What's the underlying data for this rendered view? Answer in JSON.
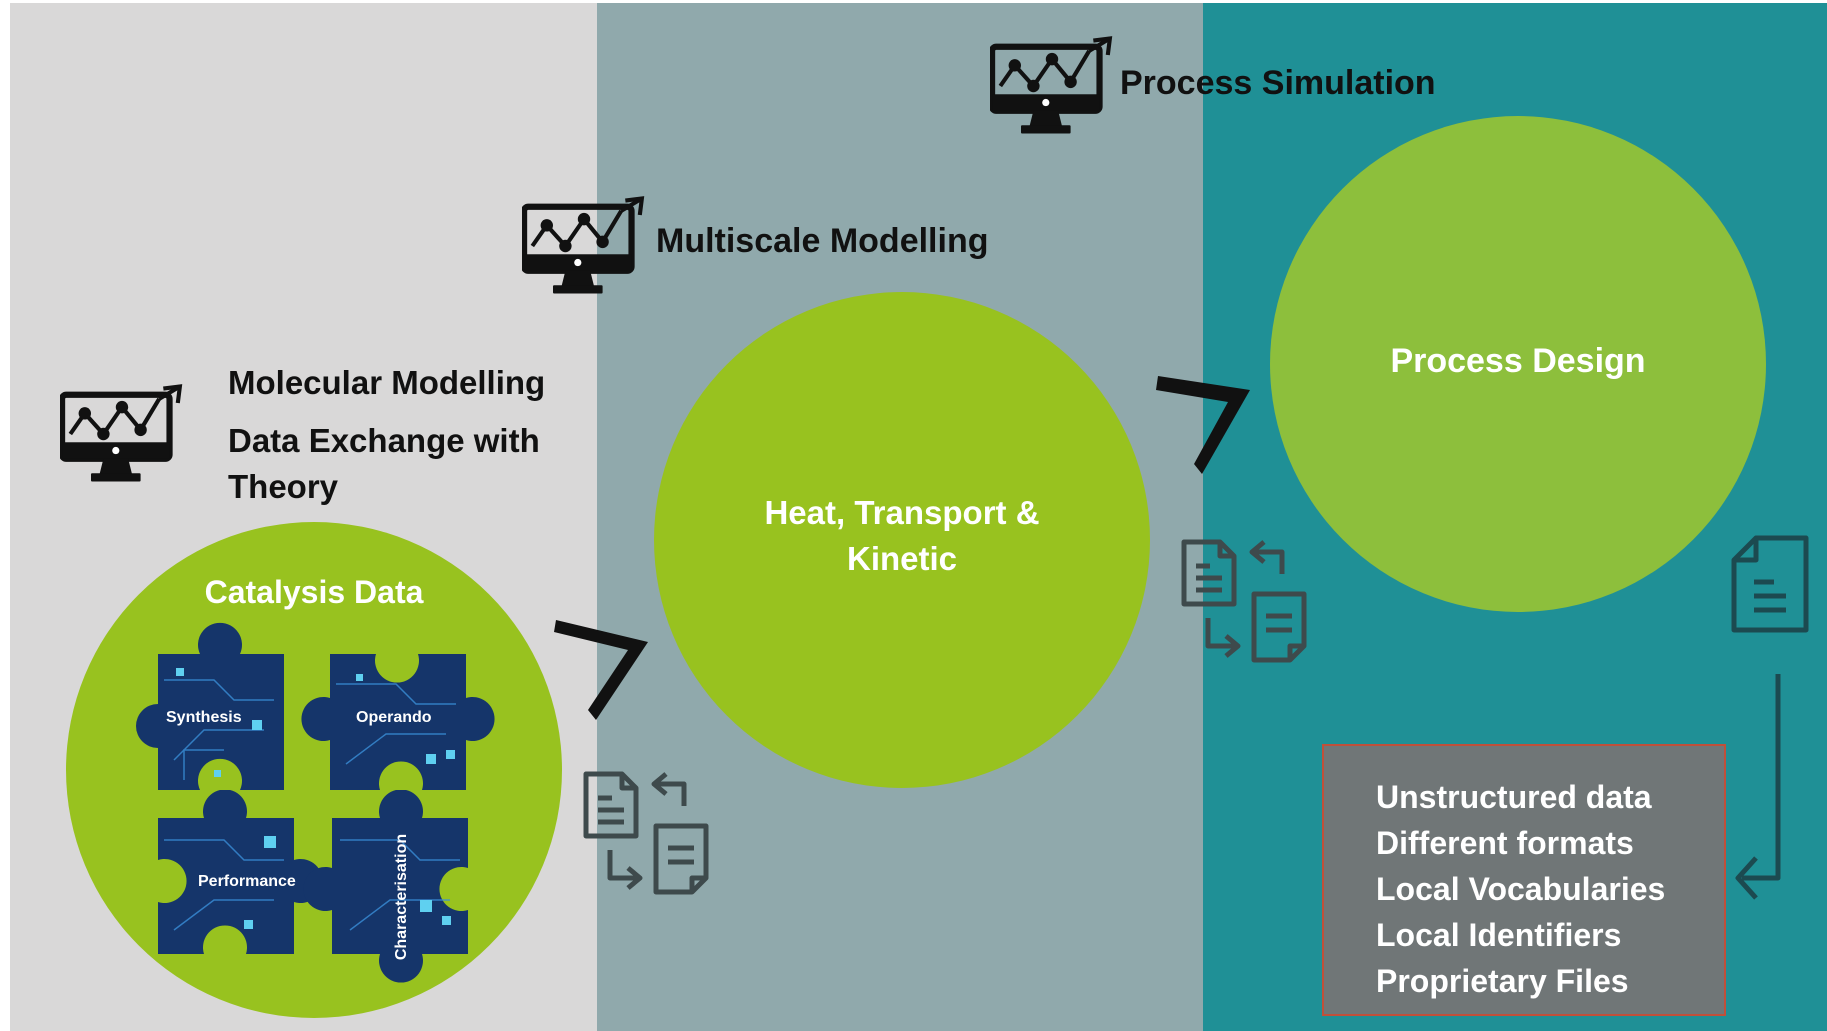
{
  "colors": {
    "panel_left": "#d9d8d8",
    "panel_middle": "#90a9ac",
    "panel_right": "#1f9096",
    "circle_green": "#98c21f",
    "icon_dark": "#111111",
    "doc_icon": "#3e4a4c",
    "issues_box": "#707677",
    "issues_border": "#c0503a"
  },
  "stages": {
    "process_simulation": {
      "label": "Process Simulation",
      "icon": "monitor-chart-icon"
    },
    "multiscale_modelling": {
      "label": "Multiscale Modelling",
      "icon": "monitor-chart-icon"
    },
    "molecular_modelling": {
      "label": "Molecular Modelling",
      "sublabel_line1": "Data Exchange with",
      "sublabel_line2": "Theory",
      "icon": "monitor-chart-icon"
    }
  },
  "circles": {
    "catalysis": {
      "title": "Catalysis Data",
      "pieces": [
        "Synthesis",
        "Operando",
        "Performance",
        "Characterisation"
      ]
    },
    "heat_transport": {
      "line1": "Heat, Transport &",
      "line2": "Kinetic"
    },
    "process_design": {
      "label": "Process Design"
    }
  },
  "icons": {
    "arrow": "chevron-right-icon",
    "exchange": "document-exchange-icon",
    "document": "document-icon",
    "return_arrow": "return-arrow-icon"
  },
  "issues": [
    "Unstructured data",
    "Different formats",
    "Local Vocabularies",
    "Local Identifiers",
    "Proprietary Files"
  ]
}
